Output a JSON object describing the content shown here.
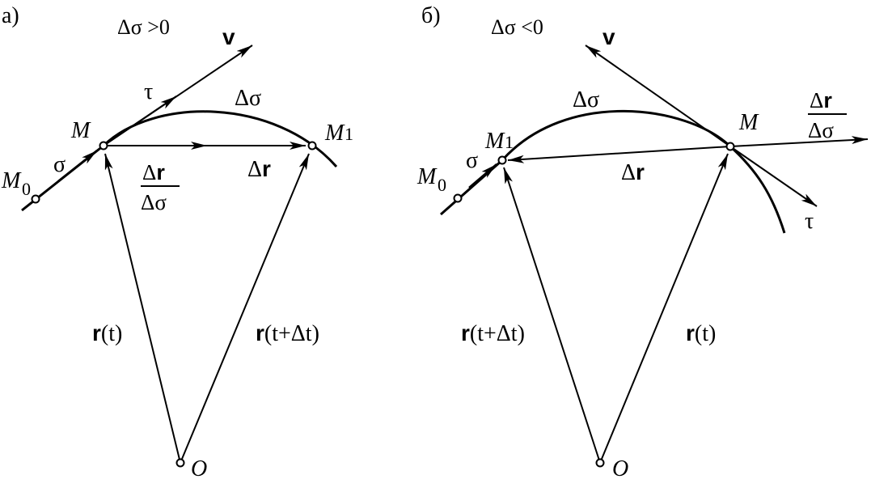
{
  "panel_a": {
    "tag": "а)",
    "condition": "Δσ >0",
    "v_label": "v",
    "tau_label": "τ",
    "dsigma_label": "Δσ",
    "M_label": "M",
    "M1_label": "M",
    "M1_sub": "1",
    "M0_label": "M",
    "M0_sub": "0",
    "sigma_label": "σ",
    "frac_num_delta": "Δ",
    "frac_num_r": "r",
    "frac_den": "Δσ",
    "dr_delta": "Δ",
    "dr_r": "r",
    "r_t_bold": "r",
    "r_t_rest": "(t)",
    "r_tdt_bold": "r",
    "r_tdt_rest": "(t+Δt)",
    "O_label": "O"
  },
  "panel_b": {
    "tag": "б)",
    "condition": "Δσ <0",
    "v_label": "v",
    "tau_label": "τ",
    "dsigma_label": "Δσ",
    "M_label": "M",
    "M1_label": "M",
    "M1_sub": "1",
    "M0_label": "M",
    "M0_sub": "0",
    "sigma_label": "σ",
    "frac_num_delta": "Δ",
    "frac_num_r": "r",
    "frac_den": "Δσ",
    "dr_delta": "Δ",
    "dr_r": "r",
    "r_t_bold": "r",
    "r_t_rest": "(t)",
    "r_tdt_bold": "r",
    "r_tdt_rest": "(t+Δt)",
    "O_label": "O"
  }
}
